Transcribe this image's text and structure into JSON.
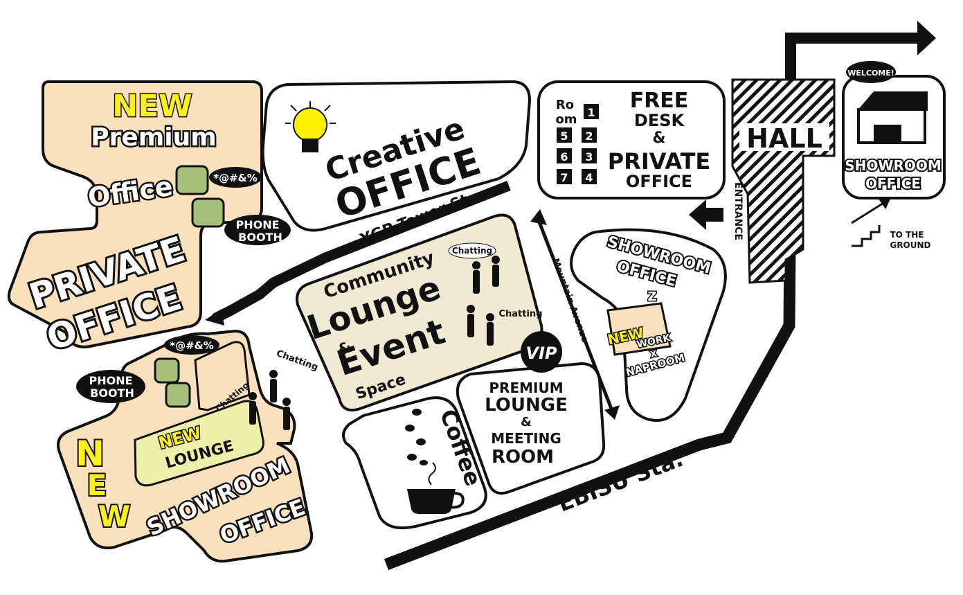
{
  "colors": {
    "peach": "#fae0bd",
    "cream": "#efead2",
    "lime": "#ecf0a8",
    "yellow": "#ffef1f",
    "bulb": "#fff100",
    "ink": "#111111"
  },
  "labels": {
    "new_premium_new": "NEW",
    "new_premium_premium": "Premium",
    "premium_office": "Office",
    "premium_symbols": "*@#&%",
    "premium_phone_booth_1": "PHONE",
    "premium_phone_booth_2": "BOOTH",
    "private_office_1": "PRIVATE",
    "private_office_2": "OFFICE",
    "creative_1": "Creative",
    "creative_2": "OFFICE",
    "ygp_tower": "YGP Tower St.",
    "free_desk_1": "FREE",
    "free_desk_2": "DESK",
    "free_desk_amp": "&",
    "free_desk_3": "PRIVATE",
    "free_desk_4": "OFFICE",
    "room_label_1": "Ro",
    "room_label_2": "om",
    "room_numbers": [
      "1",
      "5",
      "2",
      "6",
      "3",
      "7",
      "4"
    ],
    "hall": "HALL",
    "entrance": "ENTRANCE",
    "welcome": "WELCOME!",
    "showroom_right_1": "SHOWROOM",
    "showroom_right_2": "OFFICE",
    "to_the_ground_1": "TO THE",
    "to_the_ground_2": "GROUND",
    "community_1": "Community",
    "community_2": "Lounge",
    "community_amp": "&",
    "community_3": "Event",
    "community_4": "Space",
    "chatting_a": "Chatting",
    "chatting_b": "Chatting",
    "chatting_c": "Chatting",
    "chatting_d": "Chatting",
    "mountain_avenue": "Mountain Avenue",
    "showroom_mid_1": "SHOWROOM",
    "showroom_mid_2": "OFFICE",
    "nap_new": "NEW",
    "nap_work": "WORK",
    "nap_x": "X",
    "nap_naproom": "NAPROOM",
    "nap_z": "Z",
    "vip": "VIP",
    "premium_lounge_1": "PREMIUM",
    "premium_lounge_2": "LOUNGE",
    "premium_lounge_amp": "&",
    "premium_lounge_3": "MEETING",
    "premium_lounge_4": "ROOM",
    "coffee": "Coffee",
    "ebisu": "EBISU Sta.",
    "left_symbols": "*@#&%",
    "left_phone_booth_1": "PHONE",
    "left_phone_booth_2": "BOOTH",
    "new_lounge_1": "NEW",
    "new_lounge_2": "LOUNGE",
    "big_new": [
      "N",
      "E",
      "W"
    ],
    "showroom_left_1": "SHOWROOM",
    "showroom_left_2": "OFFICE"
  }
}
